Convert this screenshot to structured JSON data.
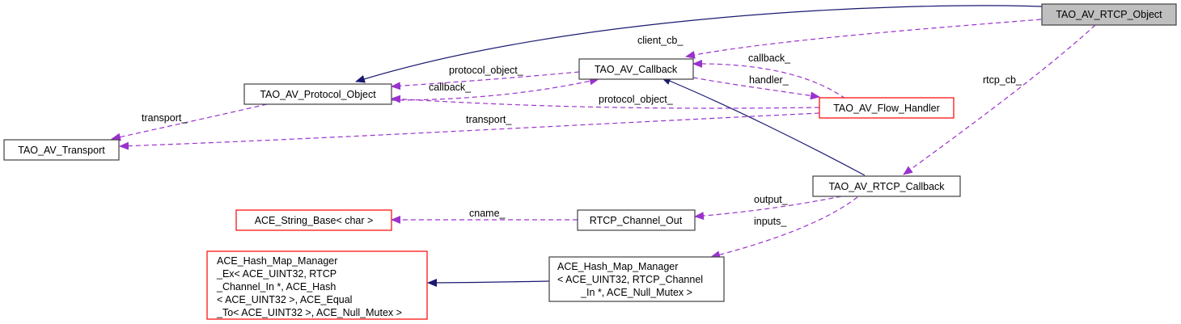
{
  "colors": {
    "usage_edge": "#9a32cd",
    "inherit_edge": "#191970",
    "focus_fill": "#bfbfbf",
    "node_border": "#404040",
    "truncated_border": "#ff0000"
  },
  "nodes": {
    "rtcp_object": {
      "label": [
        "TAO_AV_RTCP_Object"
      ],
      "style": "focus"
    },
    "protocol_object": {
      "label": [
        "TAO_AV_Protocol_Object"
      ],
      "style": "normal"
    },
    "callback": {
      "label": [
        "TAO_AV_Callback"
      ],
      "style": "normal"
    },
    "flow_handler": {
      "label": [
        "TAO_AV_Flow_Handler"
      ],
      "style": "truncated"
    },
    "transport": {
      "label": [
        "TAO_AV_Transport"
      ],
      "style": "normal"
    },
    "rtcp_callback": {
      "label": [
        "TAO_AV_RTCP_Callback"
      ],
      "style": "normal"
    },
    "string_base": {
      "label": [
        "ACE_String_Base< char >"
      ],
      "style": "truncated"
    },
    "channel_out": {
      "label": [
        "RTCP_Channel_Out"
      ],
      "style": "normal"
    },
    "hash_map_ex": {
      "label": [
        "ACE_Hash_Map_Manager",
        "_Ex< ACE_UINT32, RTCP",
        "_Channel_In *, ACE_Hash",
        "< ACE_UINT32 >, ACE_Equal",
        "_To< ACE_UINT32 >, ACE_Null_Mutex >"
      ],
      "style": "truncated"
    },
    "hash_map": {
      "label": [
        "ACE_Hash_Map_Manager",
        "< ACE_UINT32, RTCP_Channel",
        "_In *, ACE_Null_Mutex >"
      ],
      "style": "normal"
    }
  },
  "edges": [
    {
      "from": "rtcp_object",
      "to": "protocol_object",
      "kind": "inherit",
      "label": ""
    },
    {
      "from": "rtcp_object",
      "to": "callback",
      "kind": "usage",
      "label": "client_cb_"
    },
    {
      "from": "rtcp_object",
      "to": "rtcp_callback",
      "kind": "usage",
      "label": "rtcp_cb_"
    },
    {
      "from": "callback",
      "to": "protocol_object",
      "kind": "usage",
      "label": "protocol_object_"
    },
    {
      "from": "protocol_object",
      "to": "callback",
      "kind": "usage",
      "label": "callback_"
    },
    {
      "from": "flow_handler",
      "to": "callback",
      "kind": "usage",
      "label": "callback_"
    },
    {
      "from": "callback",
      "to": "flow_handler",
      "kind": "usage",
      "label": "handler_"
    },
    {
      "from": "flow_handler",
      "to": "protocol_object",
      "kind": "usage",
      "label": "protocol_object_"
    },
    {
      "from": "protocol_object",
      "to": "transport",
      "kind": "usage",
      "label": "transport_"
    },
    {
      "from": "flow_handler",
      "to": "transport",
      "kind": "usage",
      "label": "transport_"
    },
    {
      "from": "rtcp_callback",
      "to": "callback",
      "kind": "inherit",
      "label": ""
    },
    {
      "from": "rtcp_callback",
      "to": "channel_out",
      "kind": "usage",
      "label": "output_"
    },
    {
      "from": "rtcp_callback",
      "to": "hash_map",
      "kind": "usage",
      "label": "inputs_"
    },
    {
      "from": "channel_out",
      "to": "string_base",
      "kind": "usage",
      "label": "cname_"
    },
    {
      "from": "hash_map",
      "to": "hash_map_ex",
      "kind": "inherit",
      "label": ""
    }
  ]
}
